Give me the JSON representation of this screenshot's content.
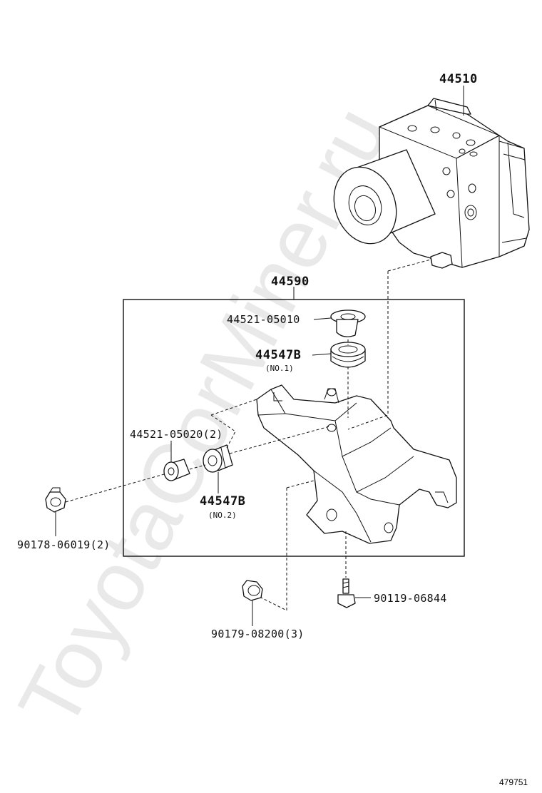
{
  "watermark": "ToyotaCorMiner.ru",
  "assembly_label": "44590",
  "parts": {
    "actuator": {
      "number": "44510"
    },
    "cushion_collar_upper": {
      "number": "44521-05010"
    },
    "cushion_no1": {
      "number": "44547B",
      "note": "(NO.1)"
    },
    "cushion_collar_side": {
      "number": "44521-05020(2)"
    },
    "cushion_no2": {
      "number": "44547B",
      "note": "(NO.2)"
    },
    "nut_left": {
      "number": "90178-06019(2)"
    },
    "nut_bottom": {
      "number": "90179-08200(3)"
    },
    "bolt": {
      "number": "90119-06844"
    }
  },
  "illustration_id": "479751",
  "icons": [
    "actuator-icon",
    "bracket-icon",
    "collar-icon",
    "cushion-icon",
    "nut-icon",
    "bolt-icon"
  ]
}
